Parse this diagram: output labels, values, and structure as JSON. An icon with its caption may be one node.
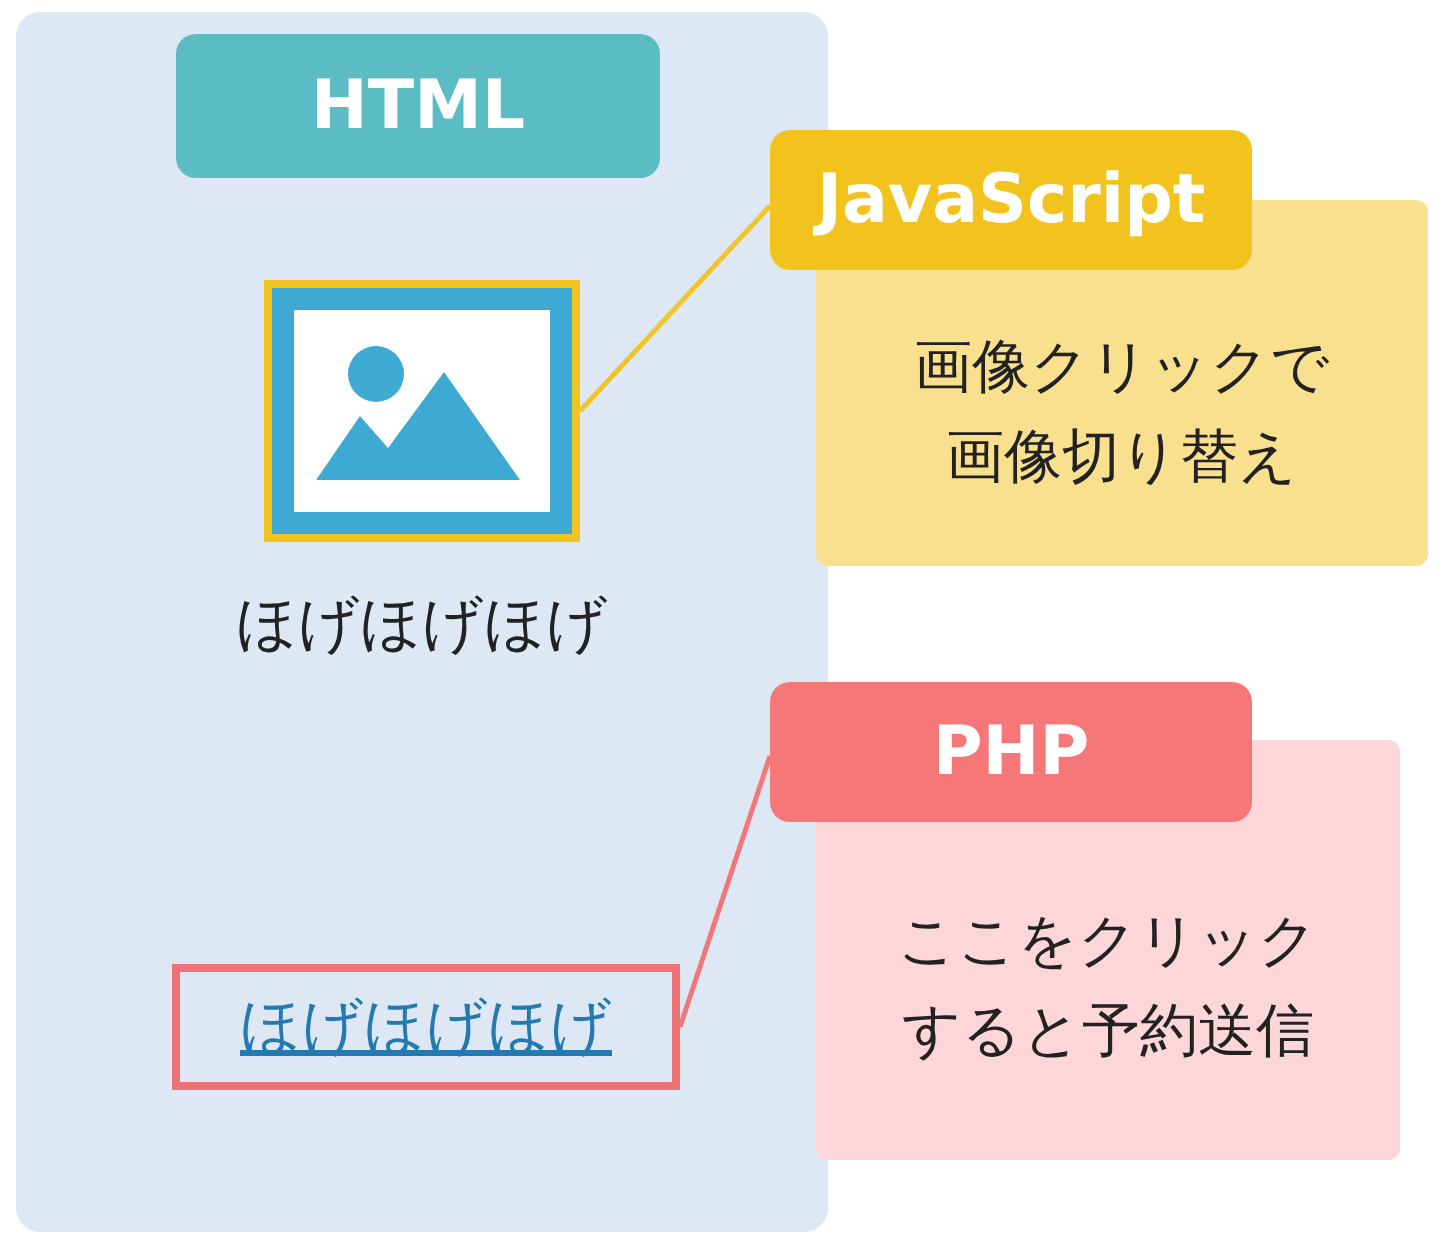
{
  "diagram": {
    "nodes": [
      {
        "text": [],
        "shape": "box"
      },
      {
        "text": [
          "HTML"
        ],
        "in": 0
      },
      {
        "text": [],
        "shape": "picture",
        "in": 0
      },
      {
        "text": [
          "ほげほげほげ"
        ],
        "in": 0
      },
      {
        "text": [
          "JavaScript",
          "画像クリックで画像切り替え"
        ]
      },
      {
        "text": [
          "PHP",
          "ここをクリックすると予約送信"
        ]
      }
    ],
    "edges": [
      {
        "from": 2,
        "to": 4,
        "arrow": "none",
        "color": "#f0c52a"
      },
      {
        "from": 3,
        "to": 5,
        "arrow": "none",
        "color": "#f07878"
      }
    ],
    "labels": [
      "ほげほげほげ"
    ]
  }
}
